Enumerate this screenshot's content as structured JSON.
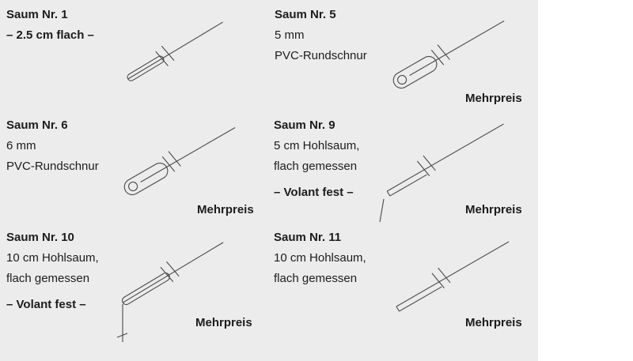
{
  "panel": {
    "background_color": "#ececec",
    "line_color": "#4a4a4a",
    "text_color": "#1c1c1c"
  },
  "cells": [
    {
      "title": "Saum Nr. 1",
      "lines": [
        "– 2.5 cm flach –"
      ],
      "mehrpreis": ""
    },
    {
      "title": "Saum Nr. 5",
      "lines": [
        "5 mm",
        "PVC-Rundschnur"
      ],
      "mehrpreis": "Mehrpreis"
    },
    {
      "title": "Saum Nr. 6",
      "lines": [
        "6 mm",
        "PVC-Rundschnur"
      ],
      "mehrpreis": "Mehrpreis"
    },
    {
      "title": "Saum Nr. 9",
      "lines": [
        "5 cm Hohlsaum,",
        "flach gemessen",
        "– Volant fest –"
      ],
      "mehrpreis": "Mehrpreis"
    },
    {
      "title": "Saum Nr. 10",
      "lines": [
        "10 cm Hohlsaum,",
        "flach gemessen",
        "– Volant fest –"
      ],
      "mehrpreis": "Mehrpreis"
    },
    {
      "title": "Saum Nr. 11",
      "lines": [
        "10 cm Hohlsaum,",
        "flach gemessen"
      ],
      "mehrpreis": "Mehrpreis"
    }
  ]
}
